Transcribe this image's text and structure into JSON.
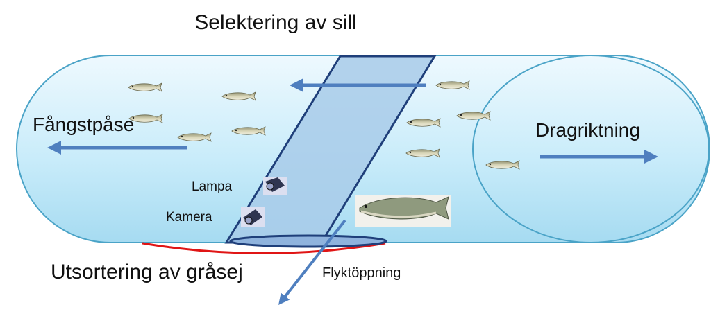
{
  "title": "Selektering av sill",
  "bottom_title": "Utsortering av gråsej",
  "labels": {
    "catch_bag": "Fångstpåse",
    "tow_direction": "Dragriktning",
    "lamp": "Lampa",
    "camera": "Kamera",
    "escape_opening": "Flyktöppning"
  },
  "colors": {
    "tube_fill_light": "#e6f6fd",
    "tube_fill_dark": "#a9dcf1",
    "tube_stroke": "#4aa3c7",
    "panel_fill": "#a8cbe9",
    "panel_stroke": "#1f3f7a",
    "arrow": "#4f7fbf",
    "red_line": "#e01515"
  },
  "icons": [
    "herring-fish-icon",
    "saithe-fish-icon",
    "lamp-icon",
    "camera-icon"
  ]
}
